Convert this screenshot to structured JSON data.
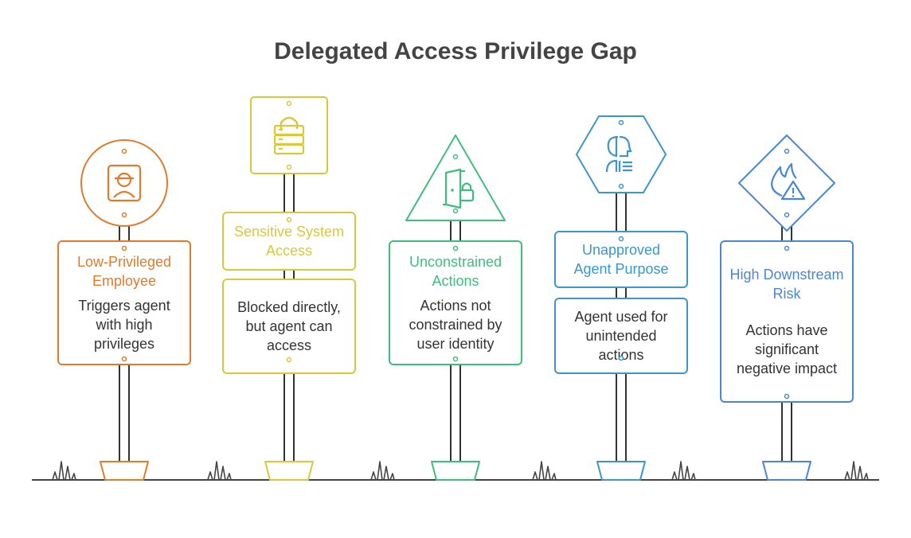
{
  "title": "Delegated Access Privilege Gap",
  "colors": {
    "orange": "#E07B2A",
    "yellow": "#D9C83A",
    "green": "#3DBE7F",
    "blue": "#3B97C9",
    "indigo": "#4A86D6",
    "ground": "#444444",
    "post": "#333333"
  },
  "signs": [
    {
      "heading": "Low-Privileged Employee",
      "description": "Triggers agent with high privileges",
      "icon": "employee-badge-icon",
      "color": "#E07B2A",
      "sign_shape": "circle"
    },
    {
      "heading": "Sensitive System Access",
      "description": "Blocked directly, but agent can access",
      "icon": "locked-server-icon",
      "color": "#D9C83A",
      "sign_shape": "rounded-square"
    },
    {
      "heading": "Unconstrained Actions",
      "description": "Actions not constrained by user identity",
      "icon": "locked-door-icon",
      "color": "#3DBE7F",
      "sign_shape": "triangle"
    },
    {
      "heading": "Unapproved Agent Purpose",
      "description": "Agent used for unintended actions",
      "icon": "ai-agent-icon",
      "color": "#3B97C9",
      "sign_shape": "hexagon"
    },
    {
      "heading": "High Downstream Risk",
      "description": "Actions have significant negative impact",
      "icon": "fire-warning-icon",
      "color": "#4A86D6",
      "sign_shape": "diamond"
    }
  ]
}
